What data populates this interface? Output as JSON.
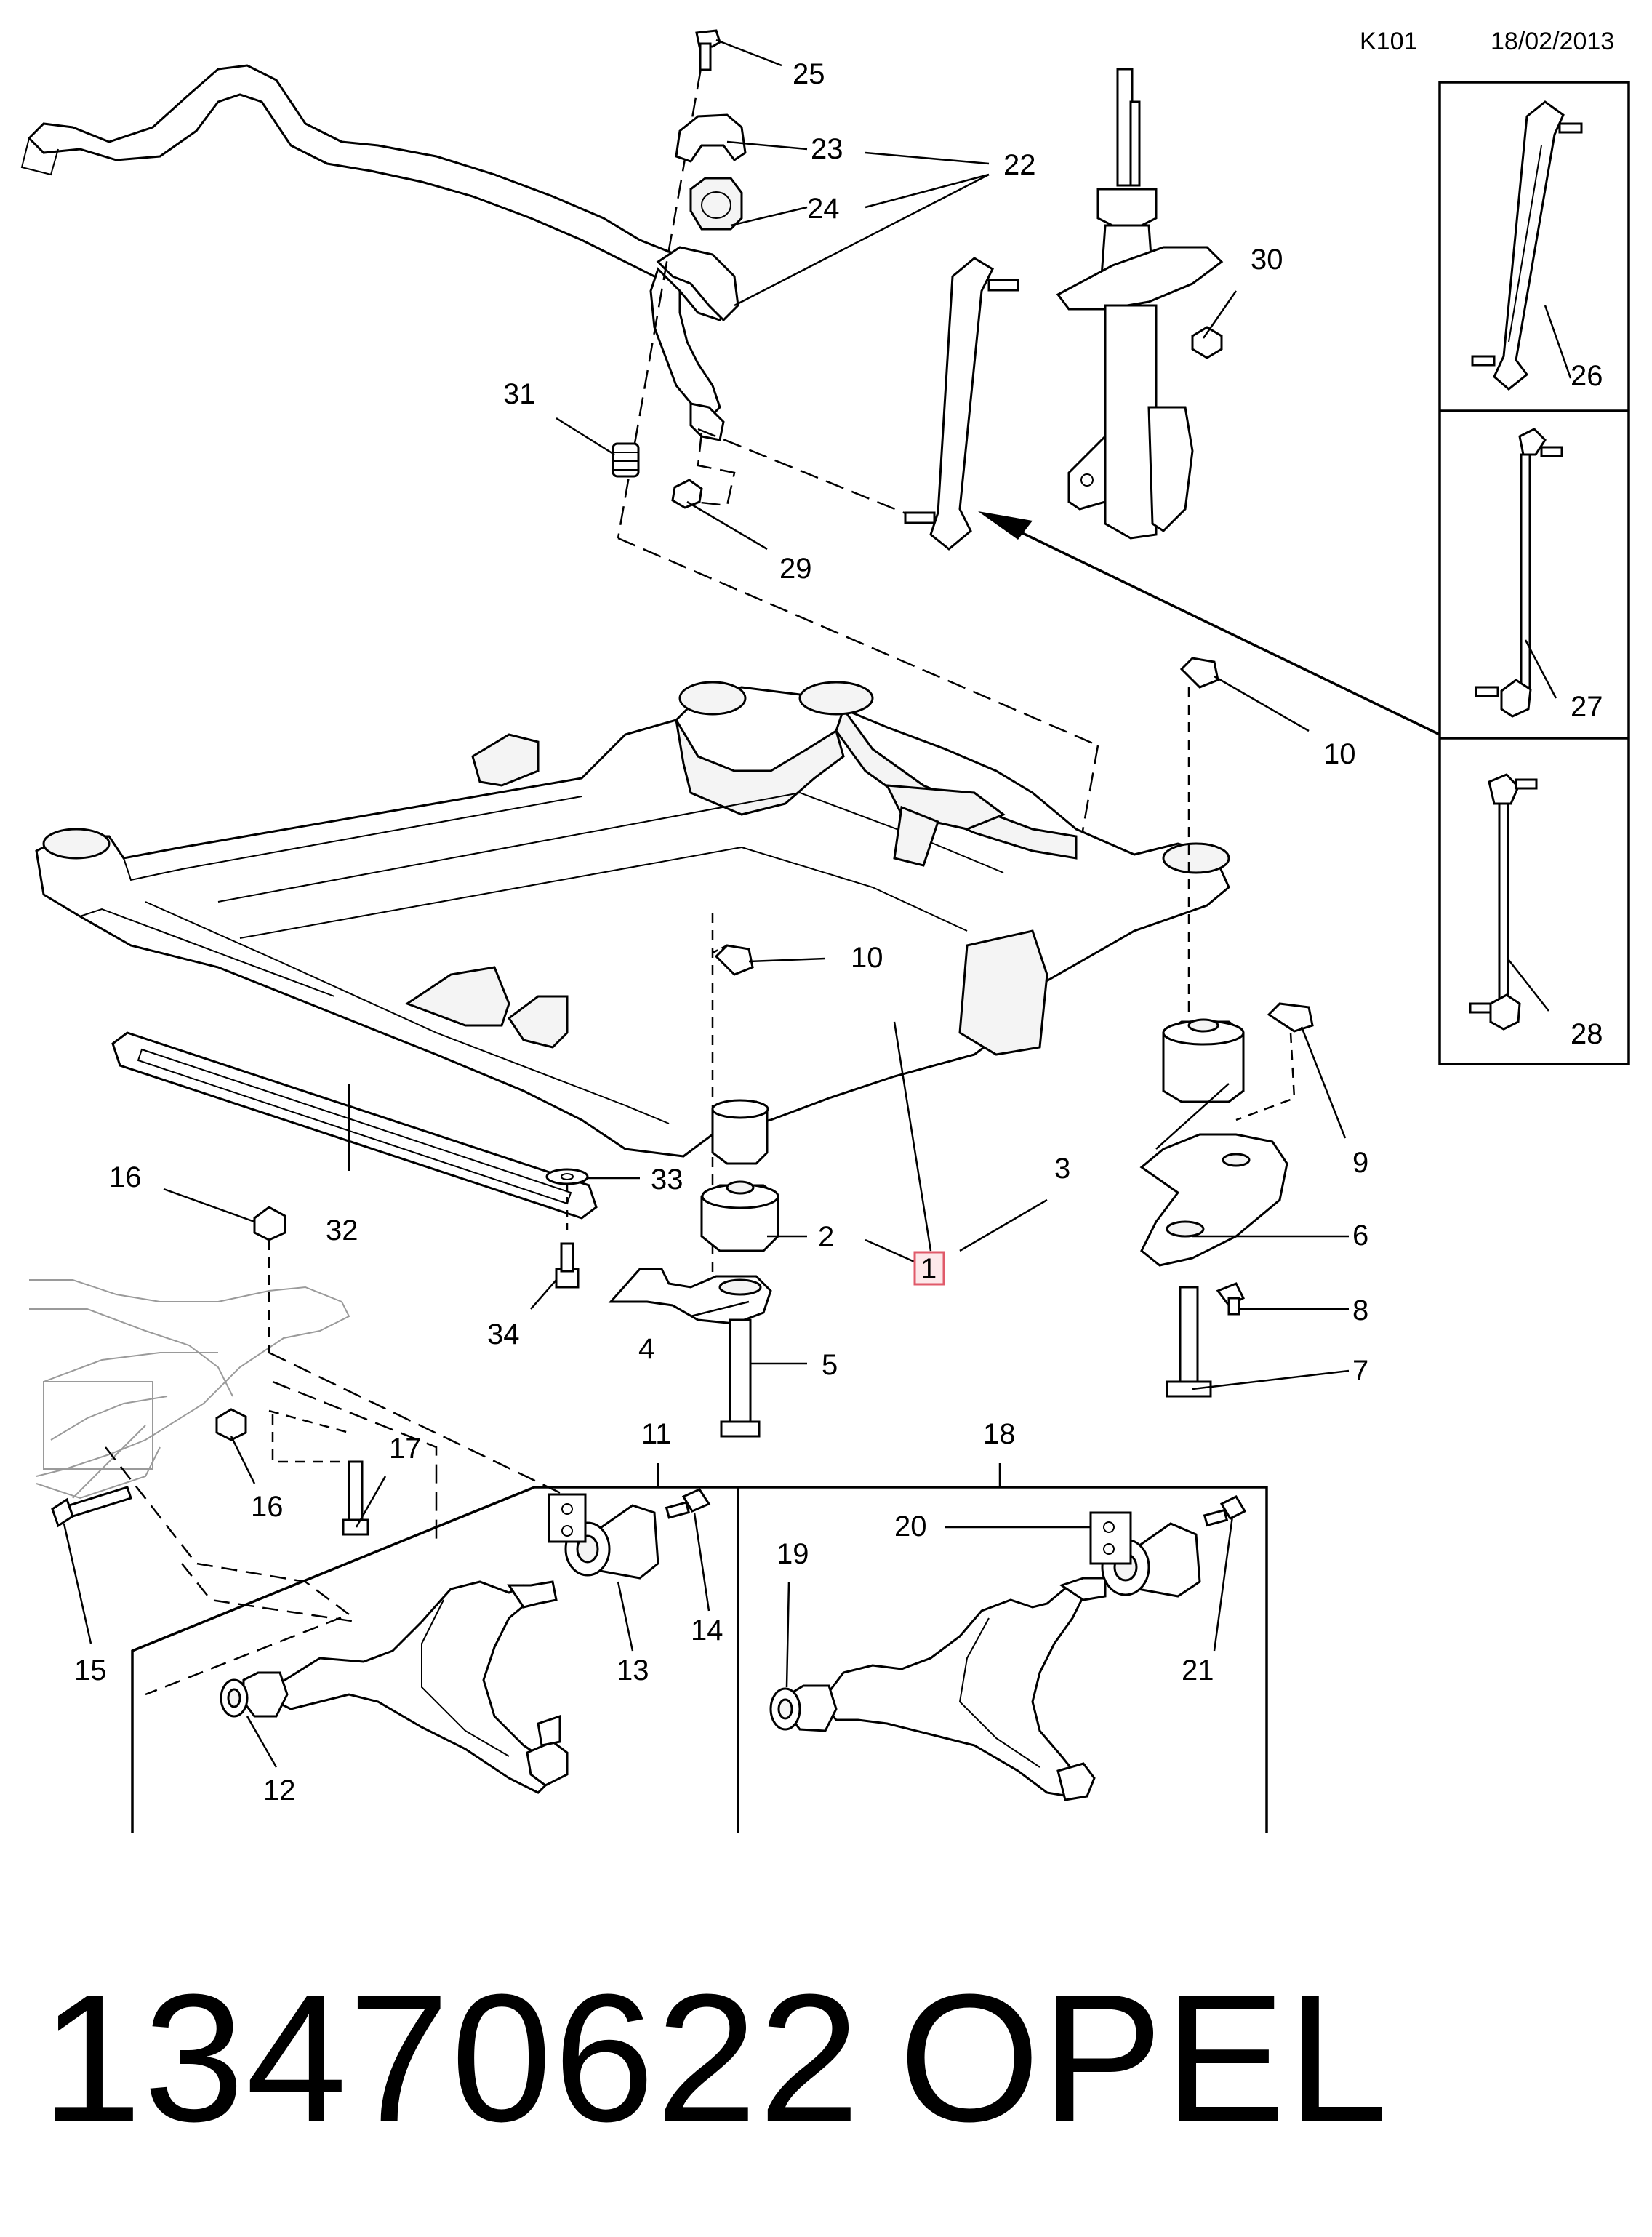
{
  "header": {
    "code": "K101",
    "date": "18/02/2013"
  },
  "callouts": {
    "c1": "1",
    "c2": "2",
    "c3": "3",
    "c4": "4",
    "c5": "5",
    "c6": "6",
    "c7": "7",
    "c8": "8",
    "c9": "9",
    "c10a": "10",
    "c10b": "10",
    "c11": "11",
    "c12": "12",
    "c13": "13",
    "c14": "14",
    "c15": "15",
    "c16a": "16",
    "c16b": "16",
    "c17": "17",
    "c18": "18",
    "c19": "19",
    "c20": "20",
    "c21": "21",
    "c22": "22",
    "c23": "23",
    "c24": "24",
    "c25": "25",
    "c26": "26",
    "c27": "27",
    "c28": "28",
    "c29": "29",
    "c30": "30",
    "c31": "31",
    "c32": "32",
    "c33": "33",
    "c34": "34"
  },
  "highlight": {
    "color": "#e05a6a",
    "fill": "#fde8ea",
    "callout": "1"
  },
  "footer": {
    "part_number": "13470622",
    "brand": "OPEL"
  }
}
